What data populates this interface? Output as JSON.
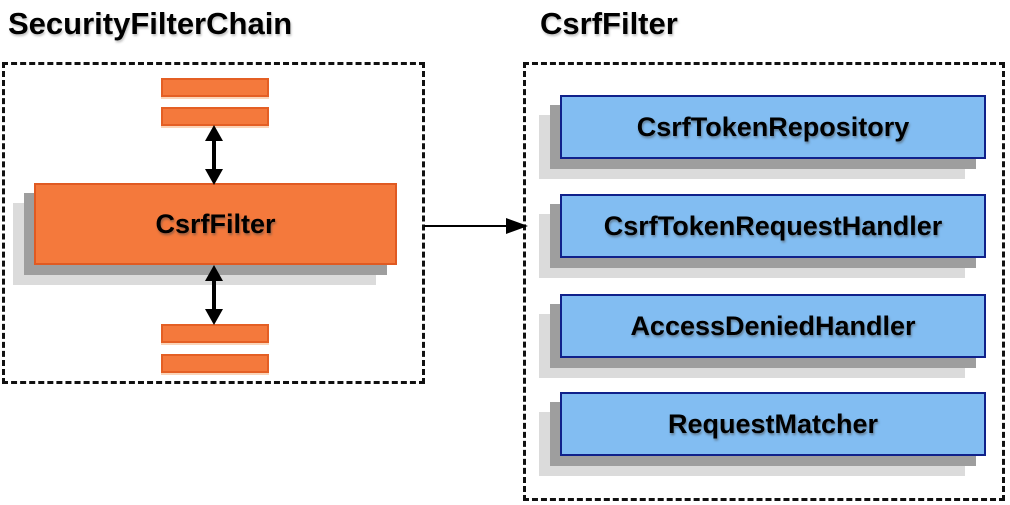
{
  "diagram": {
    "left_panel": {
      "title": "SecurityFilterChain",
      "filter_label": "CsrfFilter"
    },
    "right_panel": {
      "title": "CsrfFilter",
      "components": [
        "CsrfTokenRepository",
        "CsrfTokenRequestHandler",
        "AccessDeniedHandler",
        "RequestMatcher"
      ]
    },
    "colors": {
      "filter_fill": "#f4793c",
      "filter_border": "#e05a22",
      "component_fill": "#82bdf2",
      "component_border": "#10218b",
      "shadow_dark": "#9e9e9e",
      "shadow_light": "#dbdbdb",
      "arrow": "#000000",
      "container_border": "#111111",
      "text": "#000000"
    }
  }
}
